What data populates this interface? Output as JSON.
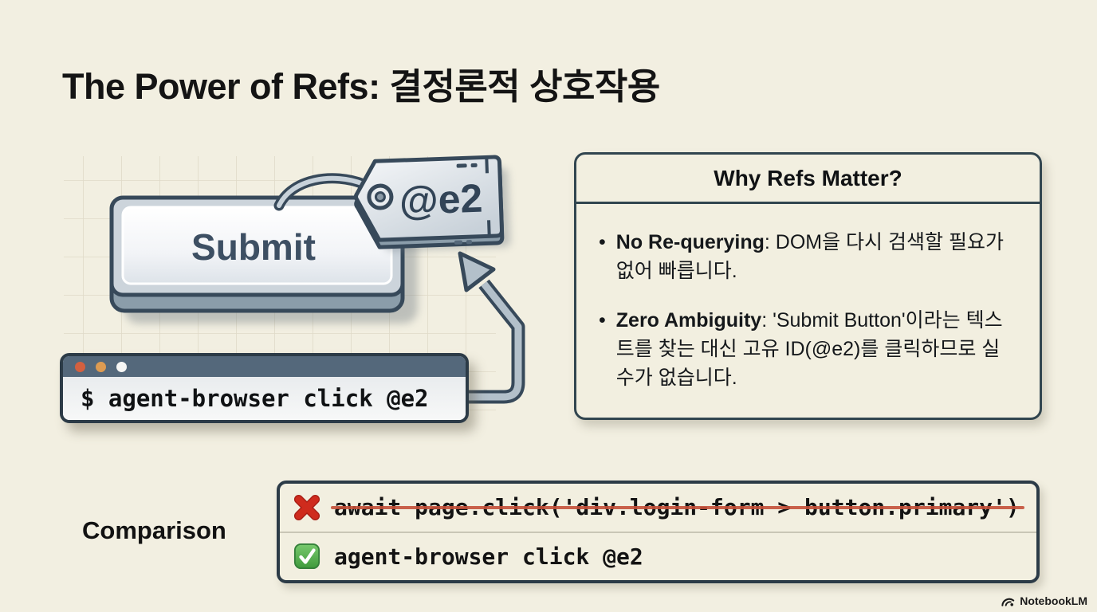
{
  "slide": {
    "title": "The Power of Refs: 결정론적 상호작용",
    "colors": {
      "background": "#f2efe1",
      "outline": "#31454f",
      "slate_text": "#3d4f63",
      "terminal_bar": "#54687b",
      "terminal_dots": [
        "#d4603f",
        "#dd9b52",
        "#f6f6f4"
      ],
      "grid_line": "#ddd8c5",
      "error_red": "#cf2b1d",
      "strike_red": "#c4503a",
      "success_green": "#4cae4c",
      "code_text": "#131313"
    }
  },
  "diagram": {
    "button_label": "Submit",
    "tag_label": "@e2",
    "terminal_command": "$ agent-browser click @e2"
  },
  "why_panel": {
    "title": "Why Refs Matter?",
    "bullets": [
      {
        "term": "No Re-querying",
        "text": ": DOM을 다시 검색할 필요가 없어 빠릅니다."
      },
      {
        "term": "Zero Ambiguity",
        "text": ": 'Submit Button'이라는 텍스트를 찾는 대신 고유 ID(@e2)를 클릭하므로 실수가 없습니다."
      }
    ]
  },
  "comparison": {
    "label": "Comparison",
    "rows": [
      {
        "status": "bad",
        "code": "await page.click('div.login-form > button.primary')"
      },
      {
        "status": "good",
        "code": "agent-browser click @e2"
      }
    ]
  },
  "footer": {
    "brand": "NotebookLM"
  }
}
